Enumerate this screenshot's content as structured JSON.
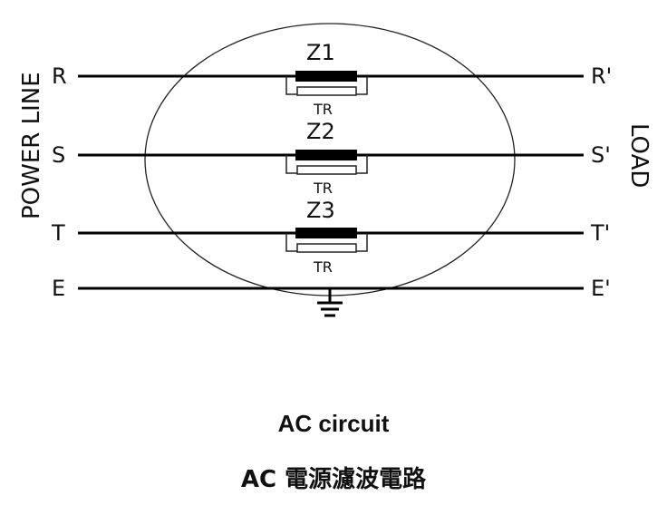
{
  "diagram": {
    "side_left": "POWER LINE",
    "side_right": "LOAD",
    "lines": [
      {
        "left": "R",
        "right": "R'"
      },
      {
        "left": "S",
        "right": "S'"
      },
      {
        "left": "T",
        "right": "T'"
      },
      {
        "left": "E",
        "right": "E'"
      }
    ],
    "components": [
      {
        "name": "Z1",
        "sub": "TR"
      },
      {
        "name": "Z2",
        "sub": "TR"
      },
      {
        "name": "Z3",
        "sub": "TR"
      }
    ]
  },
  "caption": {
    "title_en": "AC circuit",
    "title_zh": "AC 電源濾波電路"
  }
}
